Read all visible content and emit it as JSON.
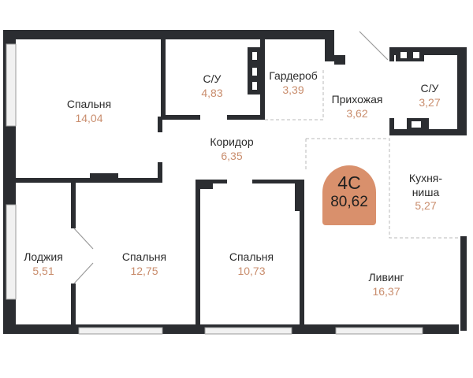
{
  "colors": {
    "wall": "#2b2d31",
    "area_text": "#c98d6d",
    "badge_fill": "#d9906c",
    "dashed": "#b8b8b8",
    "window": "#e6e6e6"
  },
  "apartment": {
    "code": "4С",
    "total_area": "80,62"
  },
  "rooms": {
    "bedroom1": {
      "name": "Спальня",
      "area": "14,04"
    },
    "bath1": {
      "name": "С/У",
      "area": "4,83"
    },
    "wardrobe": {
      "name": "Гардероб",
      "area": "3,39"
    },
    "hall": {
      "name": "Прихожая",
      "area": "3,62"
    },
    "bath2": {
      "name": "С/У",
      "area": "3,27"
    },
    "corridor": {
      "name": "Коридор",
      "area": "6,35"
    },
    "kitchen": {
      "name": "Кухня-ниша",
      "area": "5,27"
    },
    "loggia": {
      "name": "Лоджия",
      "area": "5,51"
    },
    "bedroom2": {
      "name": "Спальня",
      "area": "12,75"
    },
    "bedroom3": {
      "name": "Спальня",
      "area": "10,73"
    },
    "living": {
      "name": "Ливинг",
      "area": "16,37"
    }
  }
}
